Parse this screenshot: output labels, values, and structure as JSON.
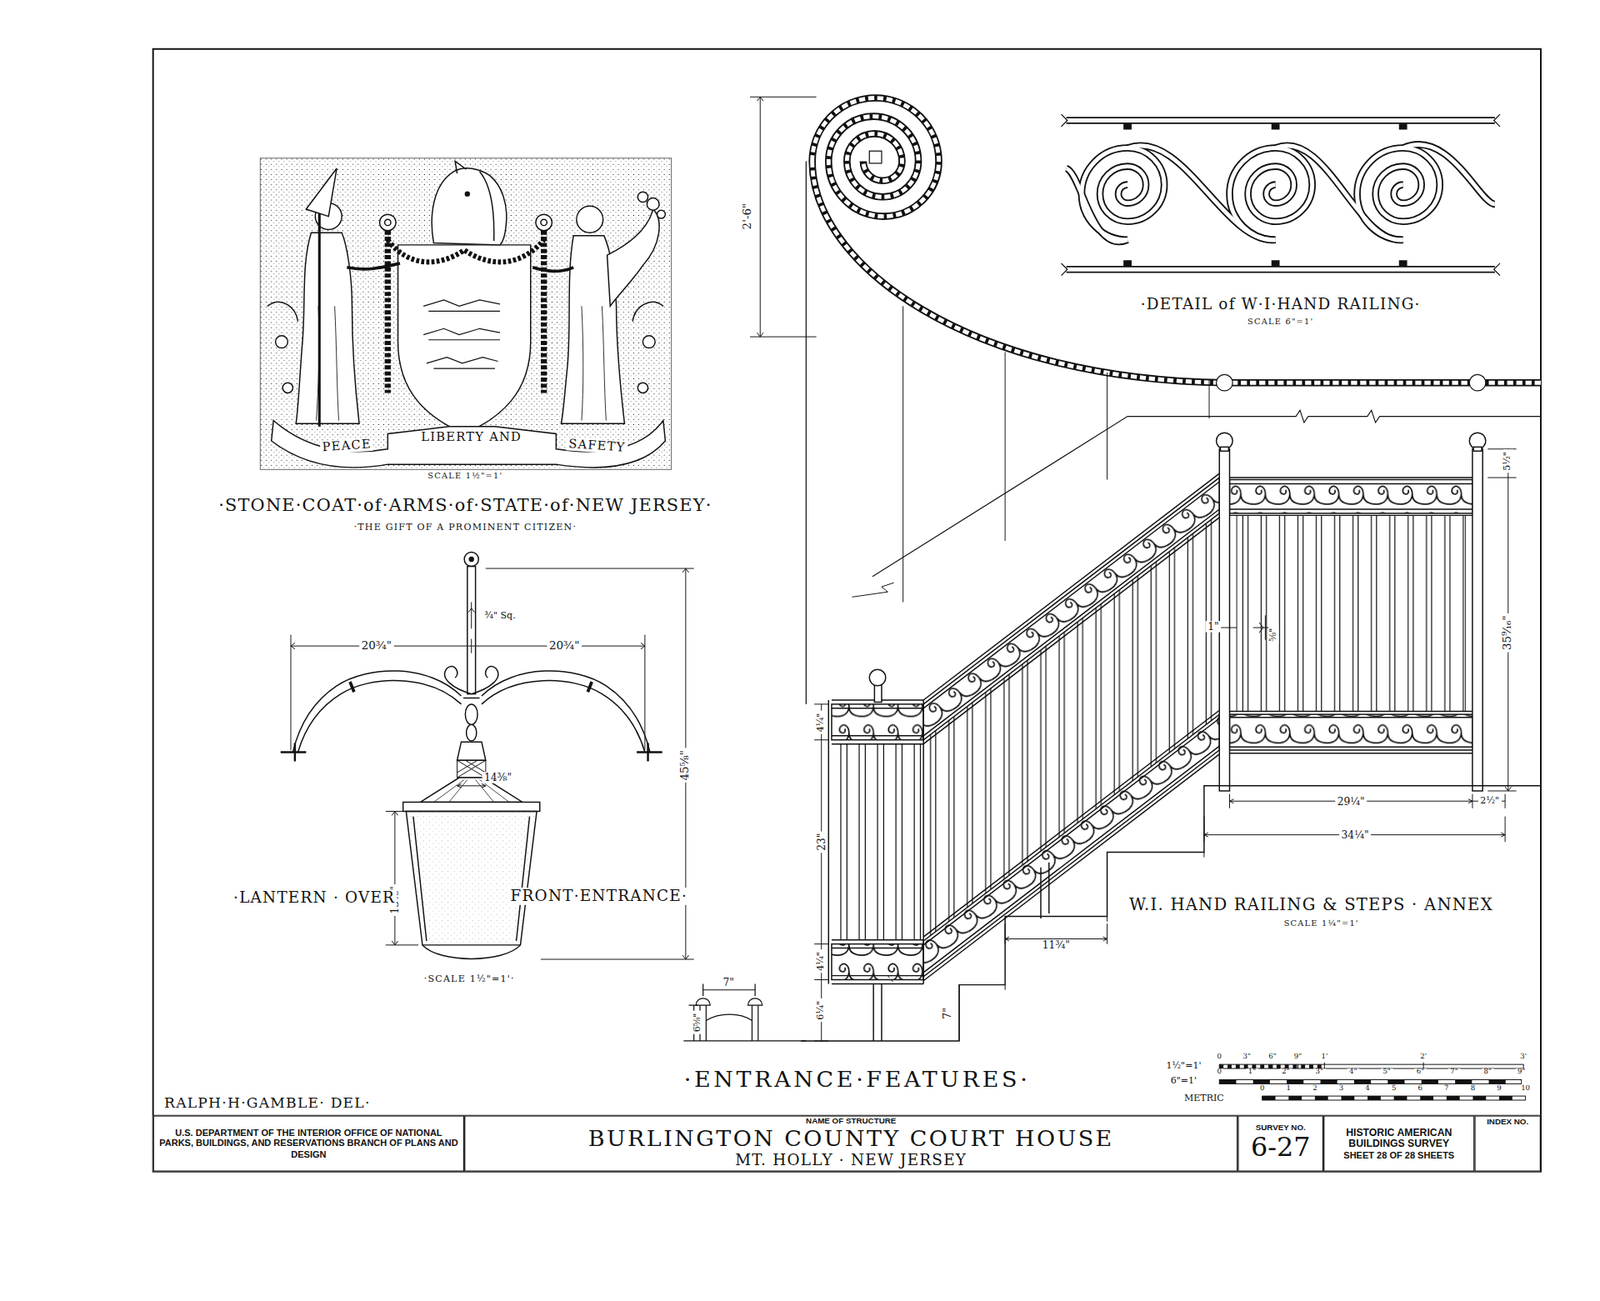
{
  "diagram": {
    "title": "·ENTRANCE·FEATURES·",
    "nodes": [
      {
        "text": [
          "U.S. DEPARTMENT OF THE INTERIOR OFFICE OF NATIONAL PARKS, BUILDINGS, AND RESERVATIONS BRANCH OF PLANS AND DESIGN"
        ]
      },
      {
        "text": [
          "NAME OF STRUCTURE",
          "BURLINGTON COUNTY COURT HOUSE",
          "MT. HOLLY · NEW JERSEY"
        ]
      },
      {
        "text": [
          "SURVEY NO.",
          "6-27"
        ]
      },
      {
        "text": [
          "HISTORIC AMERICAN BUILDINGS SURVEY",
          "SHEET 28 OF 28 SHEETS"
        ]
      },
      {
        "text": [
          "INDEX NO."
        ]
      }
    ],
    "labels": [
      "SCALE 1½\"=1'",
      "·STONE·COAT·of·ARMS·of·STATE·of·NEW JERSEY·",
      "·THE GIFT OF A PROMINENT CITIZEN·",
      "PEACE",
      "LIBERTY AND",
      "SAFETY",
      "·DETAIL of W·I·HAND RAILING·",
      "SCALE 6\"=1'",
      "2'-6\"",
      "¾\" Sq.",
      "20¾\"",
      "20¾\"",
      "14⅜\"",
      "45⅝\"",
      "13⅜\"",
      "·LANTERN · OVER",
      "FRONT·ENTRANCE·",
      "·SCALE 1½\"=1'·",
      "1\"",
      "⅝\"",
      "35⁹⁄₁₆\"",
      "5½\"",
      "4¼\"",
      "23\"",
      "4¼\"",
      "6¼\"",
      "7\"",
      "7\"",
      "6⅝\"",
      "11¾\"",
      "29¼\"",
      "2½\"",
      "34¼\"",
      "W.I. HAND RAILING & STEPS · ANNEX",
      "SCALE 1¼\"=1'",
      "RALPH·H·GAMBLE· DEL·",
      "1½\"=1'",
      "6\"=1'",
      "METRIC",
      "0",
      "3\"",
      "6\"",
      "9\"",
      "1'",
      "2'",
      "3'",
      "0",
      "1\"",
      "2\"",
      "3\"",
      "4\"",
      "5\"",
      "6\"",
      "7\"",
      "8\"",
      "9\"",
      "0",
      "1",
      "2",
      "3",
      "4",
      "5",
      "6",
      "7",
      "8",
      "9",
      "10"
    ]
  }
}
